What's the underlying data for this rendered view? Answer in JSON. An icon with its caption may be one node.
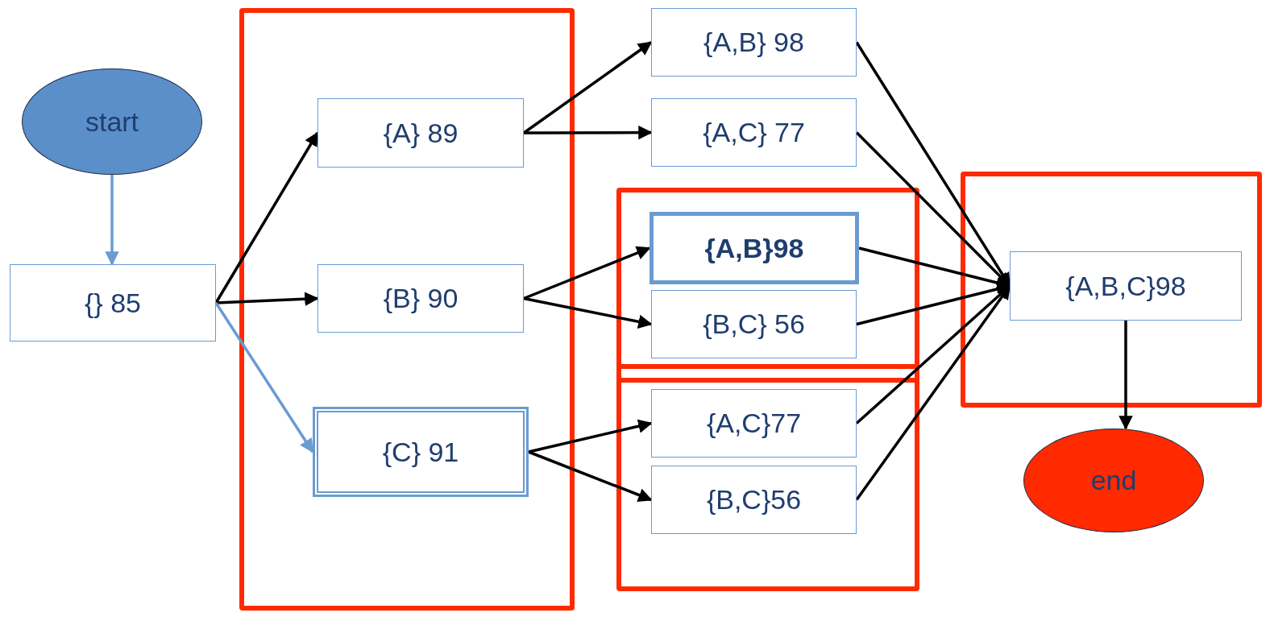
{
  "diagram": {
    "nodes": [
      {
        "text": [
          "start"
        ]
      },
      {
        "text": [
          "{} 85"
        ]
      },
      {
        "text": [],
        "shape": "box"
      },
      {
        "text": [
          "{A} 89"
        ],
        "in": 2
      },
      {
        "text": [
          "{B} 90"
        ],
        "in": 2
      },
      {
        "text": [
          "{C} 91"
        ],
        "in": 2
      },
      {
        "text": [
          "{A,B} 98"
        ]
      },
      {
        "text": [
          "{A,C} 77"
        ]
      },
      {
        "text": [],
        "shape": "box"
      },
      {
        "text": [
          "{A,B}98"
        ],
        "in": 8
      },
      {
        "text": [
          "{B,C} 56"
        ],
        "in": 8
      },
      {
        "text": [],
        "shape": "box"
      },
      {
        "text": [
          "{A,C}77"
        ],
        "in": 11
      },
      {
        "text": [
          "{B,C}56"
        ],
        "in": 11
      },
      {
        "text": [],
        "shape": "box"
      },
      {
        "text": [
          "{A,B,C}98"
        ],
        "in": 14
      },
      {
        "text": [
          "end"
        ]
      }
    ],
    "edges": [
      {
        "from": 0,
        "to": 1,
        "arrow": "to",
        "color": "#6a9bd1"
      },
      {
        "from": 1,
        "to": 3,
        "arrow": "to"
      },
      {
        "from": 1,
        "to": 4,
        "arrow": "to"
      },
      {
        "from": 1,
        "to": 5,
        "arrow": "to",
        "color": "#6a9bd1"
      },
      {
        "from": 3,
        "to": 6,
        "arrow": "to"
      },
      {
        "from": 3,
        "to": 7,
        "arrow": "to"
      },
      {
        "from": 4,
        "to": 9,
        "arrow": "to"
      },
      {
        "from": 4,
        "to": 10,
        "arrow": "to"
      },
      {
        "from": 5,
        "to": 12,
        "arrow": "to"
      },
      {
        "from": 5,
        "to": 13,
        "arrow": "to"
      },
      {
        "from": 6,
        "to": 15,
        "arrow": "to"
      },
      {
        "from": 7,
        "to": 15,
        "arrow": "to"
      },
      {
        "from": 9,
        "to": 15,
        "arrow": "to"
      },
      {
        "from": 10,
        "to": 15,
        "arrow": "to"
      },
      {
        "from": 12,
        "to": 15,
        "arrow": "to"
      },
      {
        "from": 13,
        "to": 15,
        "arrow": "to"
      },
      {
        "from": 15,
        "to": 16,
        "arrow": "to"
      }
    ]
  }
}
